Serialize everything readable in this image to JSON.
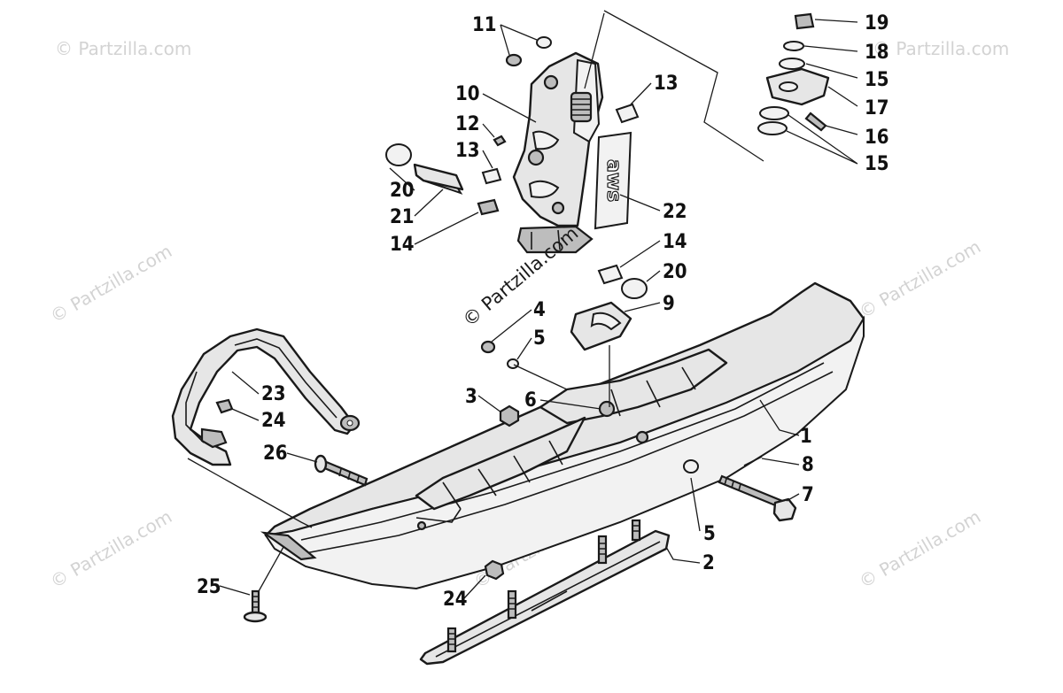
{
  "watermark": {
    "text": "© Partzilla.com",
    "main_text": "© Partzilla.com"
  },
  "logo_text": "aws",
  "callouts": {
    "c1": "1",
    "c2": "2",
    "c3": "3",
    "c4": "4",
    "c5a": "5",
    "c5b": "5",
    "c6": "6",
    "c7": "7",
    "c8": "8",
    "c9": "9",
    "c10": "10",
    "c11": "11",
    "c12": "12",
    "c13a": "13",
    "c13b": "13",
    "c14a": "14",
    "c14b": "14",
    "c15a": "15",
    "c15b": "15",
    "c16": "16",
    "c17": "17",
    "c18": "18",
    "c19": "19",
    "c20a": "20",
    "c20b": "20",
    "c21": "21",
    "c22": "22",
    "c23": "23",
    "c24a": "24",
    "c24b": "24",
    "c25": "25",
    "c26": "26"
  }
}
